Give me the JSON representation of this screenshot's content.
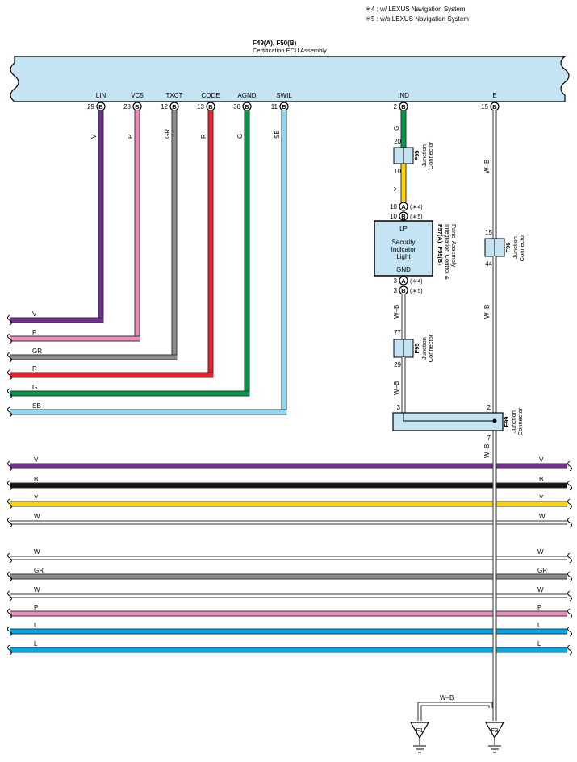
{
  "notes": [
    "＊4 : w/ LEXUS Navigation System",
    "＊5 : w/o LEXUS Navigation System"
  ],
  "ecu": {
    "code": "F49(A), F50(B)",
    "name": "Certification ECU Assembly"
  },
  "ecu_pins": [
    {
      "label": "LIN",
      "pin": "29",
      "conn": "B",
      "wire": "V"
    },
    {
      "label": "VC5",
      "pin": "28",
      "conn": "B",
      "wire": "P"
    },
    {
      "label": "TXCT",
      "pin": "12",
      "conn": "B",
      "wire": "GR"
    },
    {
      "label": "CODE",
      "pin": "13",
      "conn": "B",
      "wire": "R"
    },
    {
      "label": "AGND",
      "pin": "36",
      "conn": "B",
      "wire": "G"
    },
    {
      "label": "SWIL",
      "pin": "11",
      "conn": "B",
      "wire": "SB"
    },
    {
      "label": "IND",
      "pin": "2",
      "conn": "B",
      "wire": "G"
    },
    {
      "label": "E",
      "pin": "15",
      "conn": "B",
      "wire": "W–B"
    }
  ],
  "left_exits": [
    "V",
    "P",
    "GR",
    "R",
    "G",
    "SB"
  ],
  "jc_f95_upper": {
    "code": "F95",
    "name": "Junction Connector",
    "pin_top": "20",
    "pin_bottom": "10",
    "wire_below": "Y"
  },
  "jc_f95_lower": {
    "code": "F95",
    "name": "Junction Connector",
    "pin_top": "77",
    "pin_bottom": "29",
    "wire_below": "W–B"
  },
  "jc_f96": {
    "code": "F96",
    "name": "Junction Connector",
    "pin_top": "15",
    "pin_bottom": "44",
    "wire_below": "W–B"
  },
  "jc_f99": {
    "code": "F99",
    "name": "Junction Connector",
    "pin_left": "3",
    "pin_right": "2",
    "pin_bottom": "7",
    "wire_below": "W–B"
  },
  "indicator": {
    "code": "F57(A), F59(B)",
    "name": "Integration Control & Panel Assembly",
    "lines": [
      "Security",
      "Indicator",
      "Light"
    ],
    "top_label": "LP",
    "bottom_label": "GND",
    "top_pins": [
      {
        "pin": "10",
        "conn": "A",
        "note": "(＊4)"
      },
      {
        "pin": "10",
        "conn": "B",
        "note": "(＊5)"
      }
    ],
    "bottom_pins": [
      {
        "pin": "3",
        "conn": "A",
        "note": "(＊4)"
      },
      {
        "pin": "3",
        "conn": "B",
        "note": "(＊5)"
      }
    ],
    "wire_below": "W–B"
  },
  "bus_group1": [
    {
      "label": "V",
      "color": "#6e2f8f"
    },
    {
      "label": "B",
      "color": "#111111"
    },
    {
      "label": "Y",
      "color": "#ffd400"
    },
    {
      "label": "W",
      "color": "#ffffff"
    }
  ],
  "bus_group2": [
    {
      "label": "W",
      "color": "#ffffff"
    },
    {
      "label": "GR",
      "color": "#8c8c8c"
    },
    {
      "label": "W",
      "color": "#ffffff"
    },
    {
      "label": "P",
      "color": "#f08cbf"
    },
    {
      "label": "L",
      "color": "#00a8e8"
    },
    {
      "label": "L",
      "color": "#00a8e8"
    }
  ],
  "grounds": [
    {
      "label": "F1",
      "wire": "W–B"
    },
    {
      "label": "F3"
    }
  ],
  "colors": {
    "V": "#6e2f8f",
    "P": "#f08cbf",
    "GR": "#8c8c8c",
    "R": "#ee1c25",
    "G": "#00974a",
    "SB": "#8fd8f5",
    "Y": "#ffd400",
    "B": "#111111",
    "L": "#00a8e8",
    "W": "#ffffff",
    "component_fill": "#c4e4f4"
  }
}
